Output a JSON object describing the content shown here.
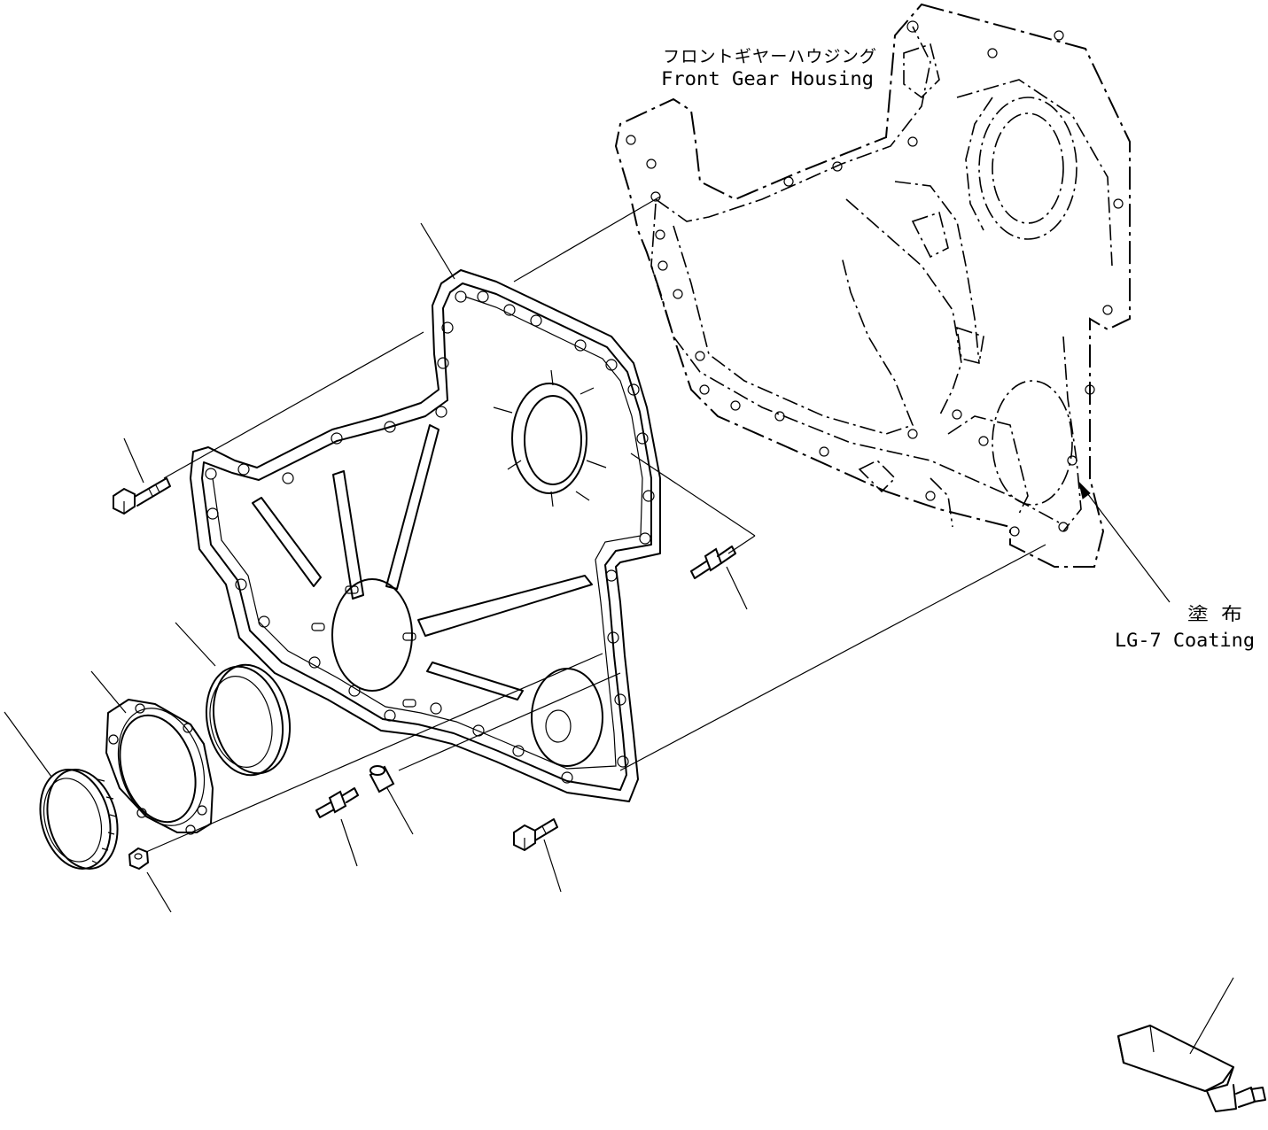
{
  "labels": {
    "housing_jp": "フロントギヤーハウジング",
    "housing_en": "Front Gear Housing",
    "coating_jp": "塗 布",
    "coating_en": "LG-7 Coating"
  },
  "icons": {
    "cover_icon": "gear-cover-icon",
    "housing_icon": "gear-housing-icon",
    "bolt_icon": "flange-bolt-icon",
    "stud_icon": "stud-icon",
    "nut_icon": "nut-icon",
    "seal_icon": "oil-seal-icon",
    "tube_icon": "sealant-tube-icon"
  }
}
